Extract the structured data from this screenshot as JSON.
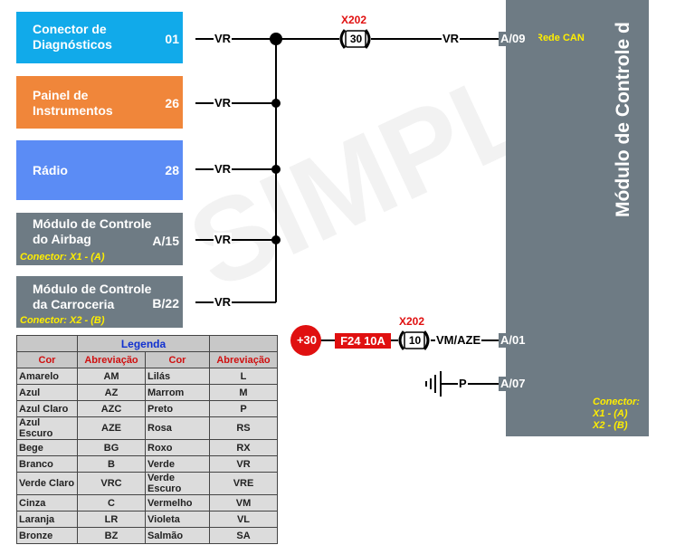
{
  "components": {
    "diag": {
      "label_line1": "Conector de",
      "label_line2": "Diagnósticos",
      "pin": "01",
      "color": "#11aaea"
    },
    "panel": {
      "label_line1": "Painel de",
      "label_line2": "Instrumentos",
      "pin": "26",
      "color": "#f0863a"
    },
    "radio": {
      "label": "Rádio",
      "pin": "28",
      "color": "#5b8cf5"
    },
    "airbag": {
      "label_line1": "Módulo de Controle",
      "label_line2": "do Airbag",
      "pin": "A/15",
      "connector": "Conector: X1 - (A)",
      "color": "#6e7b84"
    },
    "body": {
      "label_line1": "Módulo de Controle",
      "label_line2": "da Carroceria",
      "pin": "B/22",
      "connector": "Conector: X2 - (B)",
      "color": "#6e7b84"
    }
  },
  "wires": {
    "vr": "VR",
    "vm_aze": "VM/AZE",
    "p": "P"
  },
  "connectors": {
    "x202_a": "X202",
    "x202_a_pin": "30",
    "x202_b": "X202",
    "x202_b_pin": "10"
  },
  "fuse": {
    "label": "F24 10A",
    "power": "+30"
  },
  "module": {
    "title": "Módulo de Controle d",
    "pins": {
      "a09": "A/09",
      "a01": "A/01",
      "a07": "A/07"
    },
    "can": "Rede CAN",
    "conn_title": "Conector:",
    "conn_x1": "X1 - (A)",
    "conn_x2": "X2 - (B)",
    "color": "#6e7b84"
  },
  "watermark": "SIMPLO",
  "legend": {
    "title": "Legenda",
    "headers": [
      "Cor",
      "Abreviação",
      "Cor",
      "Abreviação"
    ],
    "rows": [
      [
        "Amarelo",
        "AM",
        "Lilás",
        "L"
      ],
      [
        "Azul",
        "AZ",
        "Marrom",
        "M"
      ],
      [
        "Azul Claro",
        "AZC",
        "Preto",
        "P"
      ],
      [
        "Azul Escuro",
        "AZE",
        "Rosa",
        "RS"
      ],
      [
        "Bege",
        "BG",
        "Roxo",
        "RX"
      ],
      [
        "Branco",
        "B",
        "Verde",
        "VR"
      ],
      [
        "Verde Claro",
        "VRC",
        "Verde Escuro",
        "VRE"
      ],
      [
        "Cinza",
        "C",
        "Vermelho",
        "VM"
      ],
      [
        "Laranja",
        "LR",
        "Violeta",
        "VL"
      ],
      [
        "Bronze",
        "BZ",
        "Salmão",
        "SA"
      ]
    ]
  }
}
